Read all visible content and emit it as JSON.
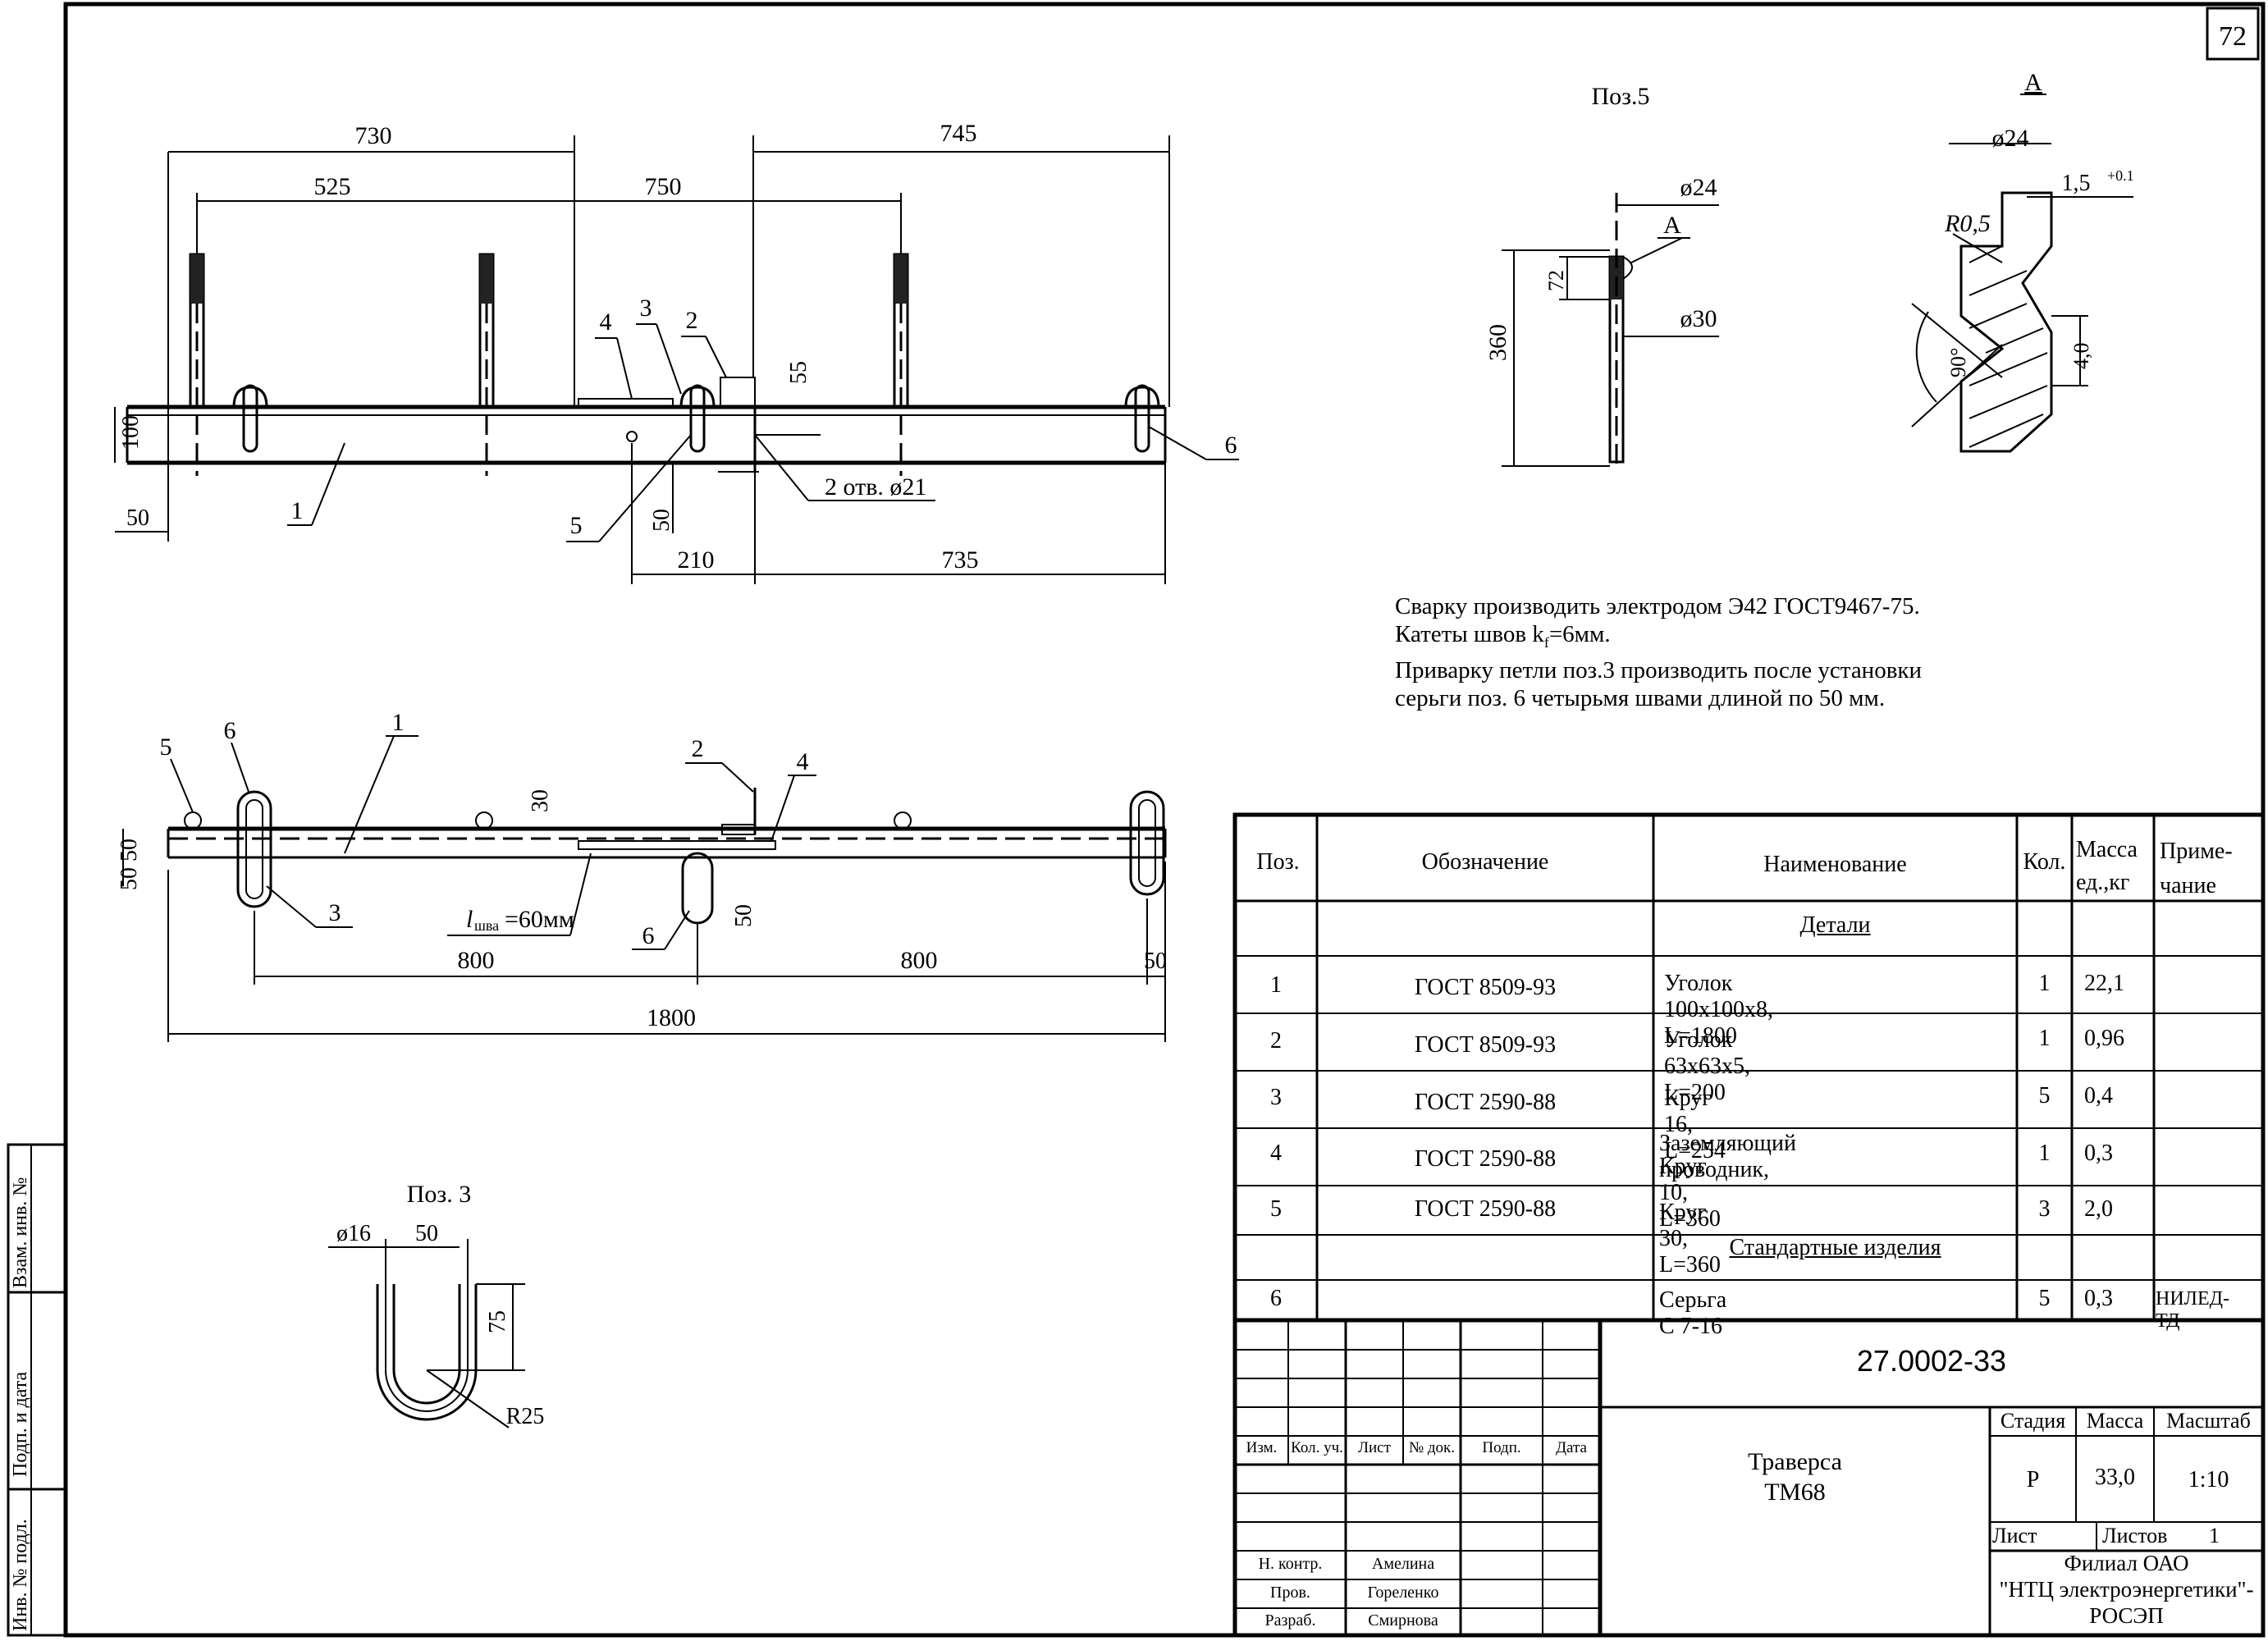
{
  "sheet_number": "72",
  "notes": [
    "Сварку производить электродом Э42 ГОСТ9467-75.",
    "Катеты швов k",
    "f",
    "=6мм.",
    "Приварку петли поз.3 производить после установки",
    "серьги поз. 6 четырьмя швами длиной по 50 мм."
  ],
  "views": {
    "pos5_title": "Поз.5",
    "pos3_title": "Поз. 3",
    "detail_letter": "А"
  },
  "dims": {
    "d730": "730",
    "d745": "745",
    "d525": "525",
    "d750": "750",
    "d100": "100",
    "d50a": "50",
    "d55": "55",
    "d50b": "50",
    "d210": "210",
    "d735": "735",
    "holes": "2 отв. ø21",
    "d800a": "800",
    "d800b": "800",
    "d50c": "50",
    "d1800": "1800",
    "d5050": "50 50",
    "d30": "30",
    "d50d": "50",
    "weld_l": "l",
    "weld_sub": "шва",
    "weld_val": "=60мм",
    "p5_d24": "ø24",
    "p5_d30": "ø30",
    "p5_72": "72",
    "p5_360": "360",
    "a_d24": "ø24",
    "a_15": "1,5",
    "a_15sup": "+0.1",
    "a_r05": "R0,5",
    "a_90": "90°",
    "a_40": "4,0",
    "p3_d16": "ø16",
    "p3_50": "50",
    "p3_75": "75",
    "p3_r25": "R25"
  },
  "callouts": {
    "c1": "1",
    "c2": "2",
    "c3": "3",
    "c4": "4",
    "c5": "5",
    "c6": "6",
    "t1": "1",
    "t2": "2",
    "t3": "3",
    "t4": "4",
    "t5": "5",
    "t6a": "6",
    "t6b": "6"
  },
  "spec": {
    "headers": {
      "pos": "Поз.",
      "designation": "Обозначение",
      "name": "Наименование",
      "qty": "Кол.",
      "mass1": "Масса",
      "mass2": "ед.,кг",
      "note1": "Приме-",
      "note2": "чание"
    },
    "section_parts": "Детали",
    "section_std": "Стандартные изделия",
    "rows": [
      {
        "pos": "1",
        "designation": "ГОСТ 8509-93",
        "name": "Уголок 100х100х8, L=1800",
        "qty": "1",
        "mass": "22,1",
        "note": ""
      },
      {
        "pos": "2",
        "designation": "ГОСТ 8509-93",
        "name": "Уголок 63х63х5, L=200",
        "qty": "1",
        "mass": "0,96",
        "note": ""
      },
      {
        "pos": "3",
        "designation": "ГОСТ 2590-88",
        "name": "Круг 16, L=254",
        "qty": "5",
        "mass": "0,4",
        "note": ""
      },
      {
        "pos": "4",
        "designation": "ГОСТ 2590-88",
        "name": "Заземляющий проводник,",
        "name2": "Круг 10,  L=360",
        "qty": "1",
        "mass": "0,3",
        "note": ""
      },
      {
        "pos": "5",
        "designation": "ГОСТ 2590-88",
        "name": "Круг 30, L=360",
        "qty": "3",
        "mass": "2,0",
        "note": ""
      },
      {
        "pos": "6",
        "designation": "",
        "name": "Серьга С 7-16",
        "qty": "5",
        "mass": "0,3",
        "note": "НИЛЕД-ТД"
      }
    ]
  },
  "title_block": {
    "doc_code": "27.0002-33",
    "title1": "Траверса",
    "title2": "ТМ68",
    "stage_label": "Стадия",
    "mass_label": "Масса",
    "scale_label": "Масштаб",
    "stage": "Р",
    "mass": "33,0",
    "scale": "1:10",
    "sheet_label": "Лист",
    "sheets_label": "Листов",
    "sheets": "1",
    "org1": "Филиал ОАО",
    "org2": "\"НТЦ электроэнергетики\"-",
    "org3": "РОСЭП",
    "col_izm": "Изм.",
    "col_kolu": "Кол. уч.",
    "col_list": "Лист",
    "col_ndok": "№ док.",
    "col_podp": "Подп.",
    "col_data": "Дата",
    "role_nkontr": "Н. контр.",
    "role_prov": "Пров.",
    "role_razrab": "Разраб.",
    "name_nkontr": "Амелина",
    "name_prov": "Гореленко",
    "name_razrab": "Смирнова"
  },
  "side_labels": {
    "vzam": "Взам. инв. №",
    "podp": "Подп. и дата",
    "inv": "Инв. № подл."
  }
}
